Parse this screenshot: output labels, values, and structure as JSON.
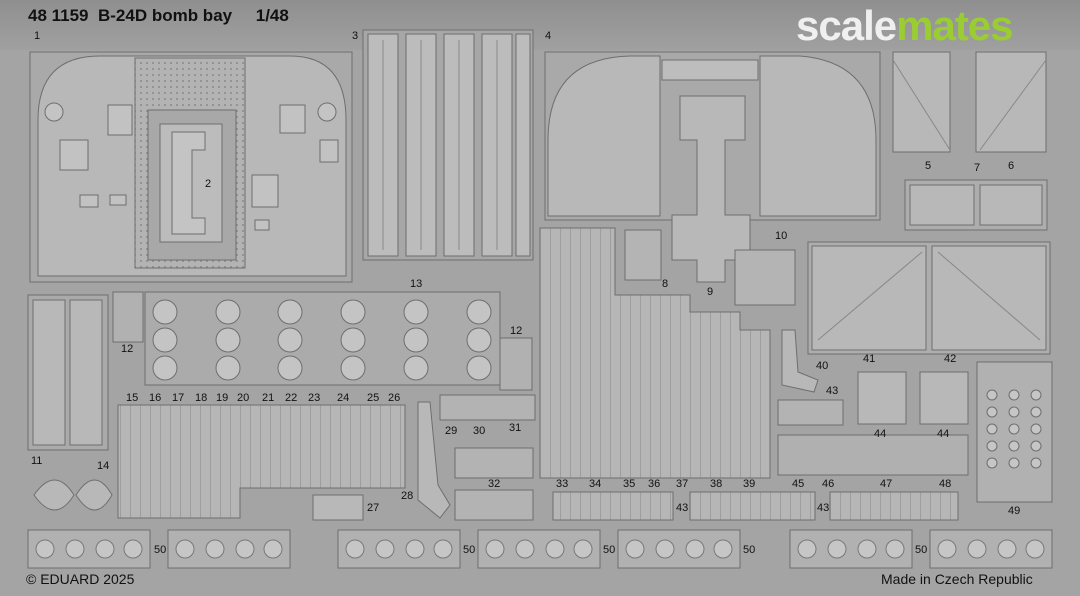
{
  "header": {
    "product_code": "48 1159",
    "product_title": "B-24D bomb bay",
    "scale": "1/48"
  },
  "brand": {
    "part1": "scale",
    "part2": "mates"
  },
  "footer": {
    "copyright": "© EDUARD 2025",
    "made_in": "Made in Czech Republic"
  },
  "part_numbers": {
    "p1": "1",
    "p2": "2",
    "p3": "3",
    "p4": "4",
    "p5": "5",
    "p6": "6",
    "p7": "7",
    "p8": "8",
    "p9": "9",
    "p10": "10",
    "p11": "11",
    "p12a": "12",
    "p12b": "12",
    "p13": "13",
    "p14": "14",
    "p15": "15",
    "p16": "16",
    "p17": "17",
    "p18": "18",
    "p19": "19",
    "p20": "20",
    "p21": "21",
    "p22": "22",
    "p23": "23",
    "p24": "24",
    "p25": "25",
    "p26": "26",
    "p27": "27",
    "p28": "28",
    "p29": "29",
    "p30": "30",
    "p31": "31",
    "p32": "32",
    "p33": "33",
    "p34": "34",
    "p35": "35",
    "p36": "36",
    "p37": "37",
    "p38": "38",
    "p39": "39",
    "p40": "40",
    "p41": "41",
    "p42": "42",
    "p43a": "43",
    "p43b": "43",
    "p43c": "43",
    "p44a": "44",
    "p44b": "44",
    "p45": "45",
    "p46": "46",
    "p47": "47",
    "p48": "48",
    "p49": "49",
    "p50a": "50",
    "p50b": "50",
    "p50c": "50",
    "p50d": "50",
    "p50e": "50"
  },
  "colors": {
    "fret": "#a4a4a4",
    "part": "#b8b8b8",
    "outline": "#6e6e6e",
    "brand_green": "#9acd32"
  }
}
